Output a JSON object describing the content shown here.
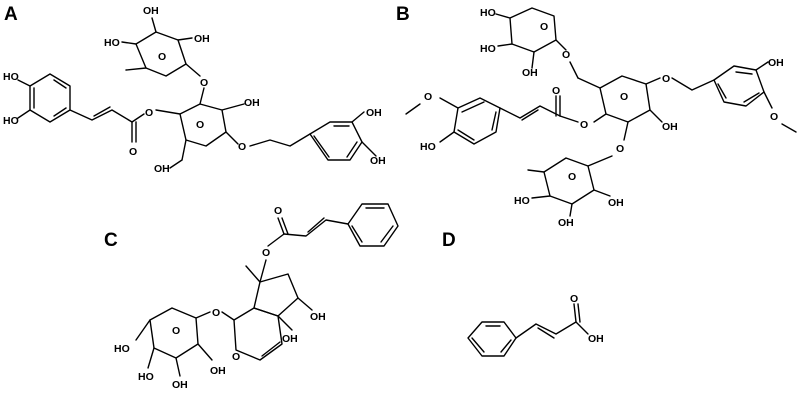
{
  "panels": {
    "a": "A",
    "b": "B",
    "c": "C",
    "d": "D"
  },
  "atoms": {
    "oh": "OH",
    "ho": "HO",
    "o": "O"
  }
}
